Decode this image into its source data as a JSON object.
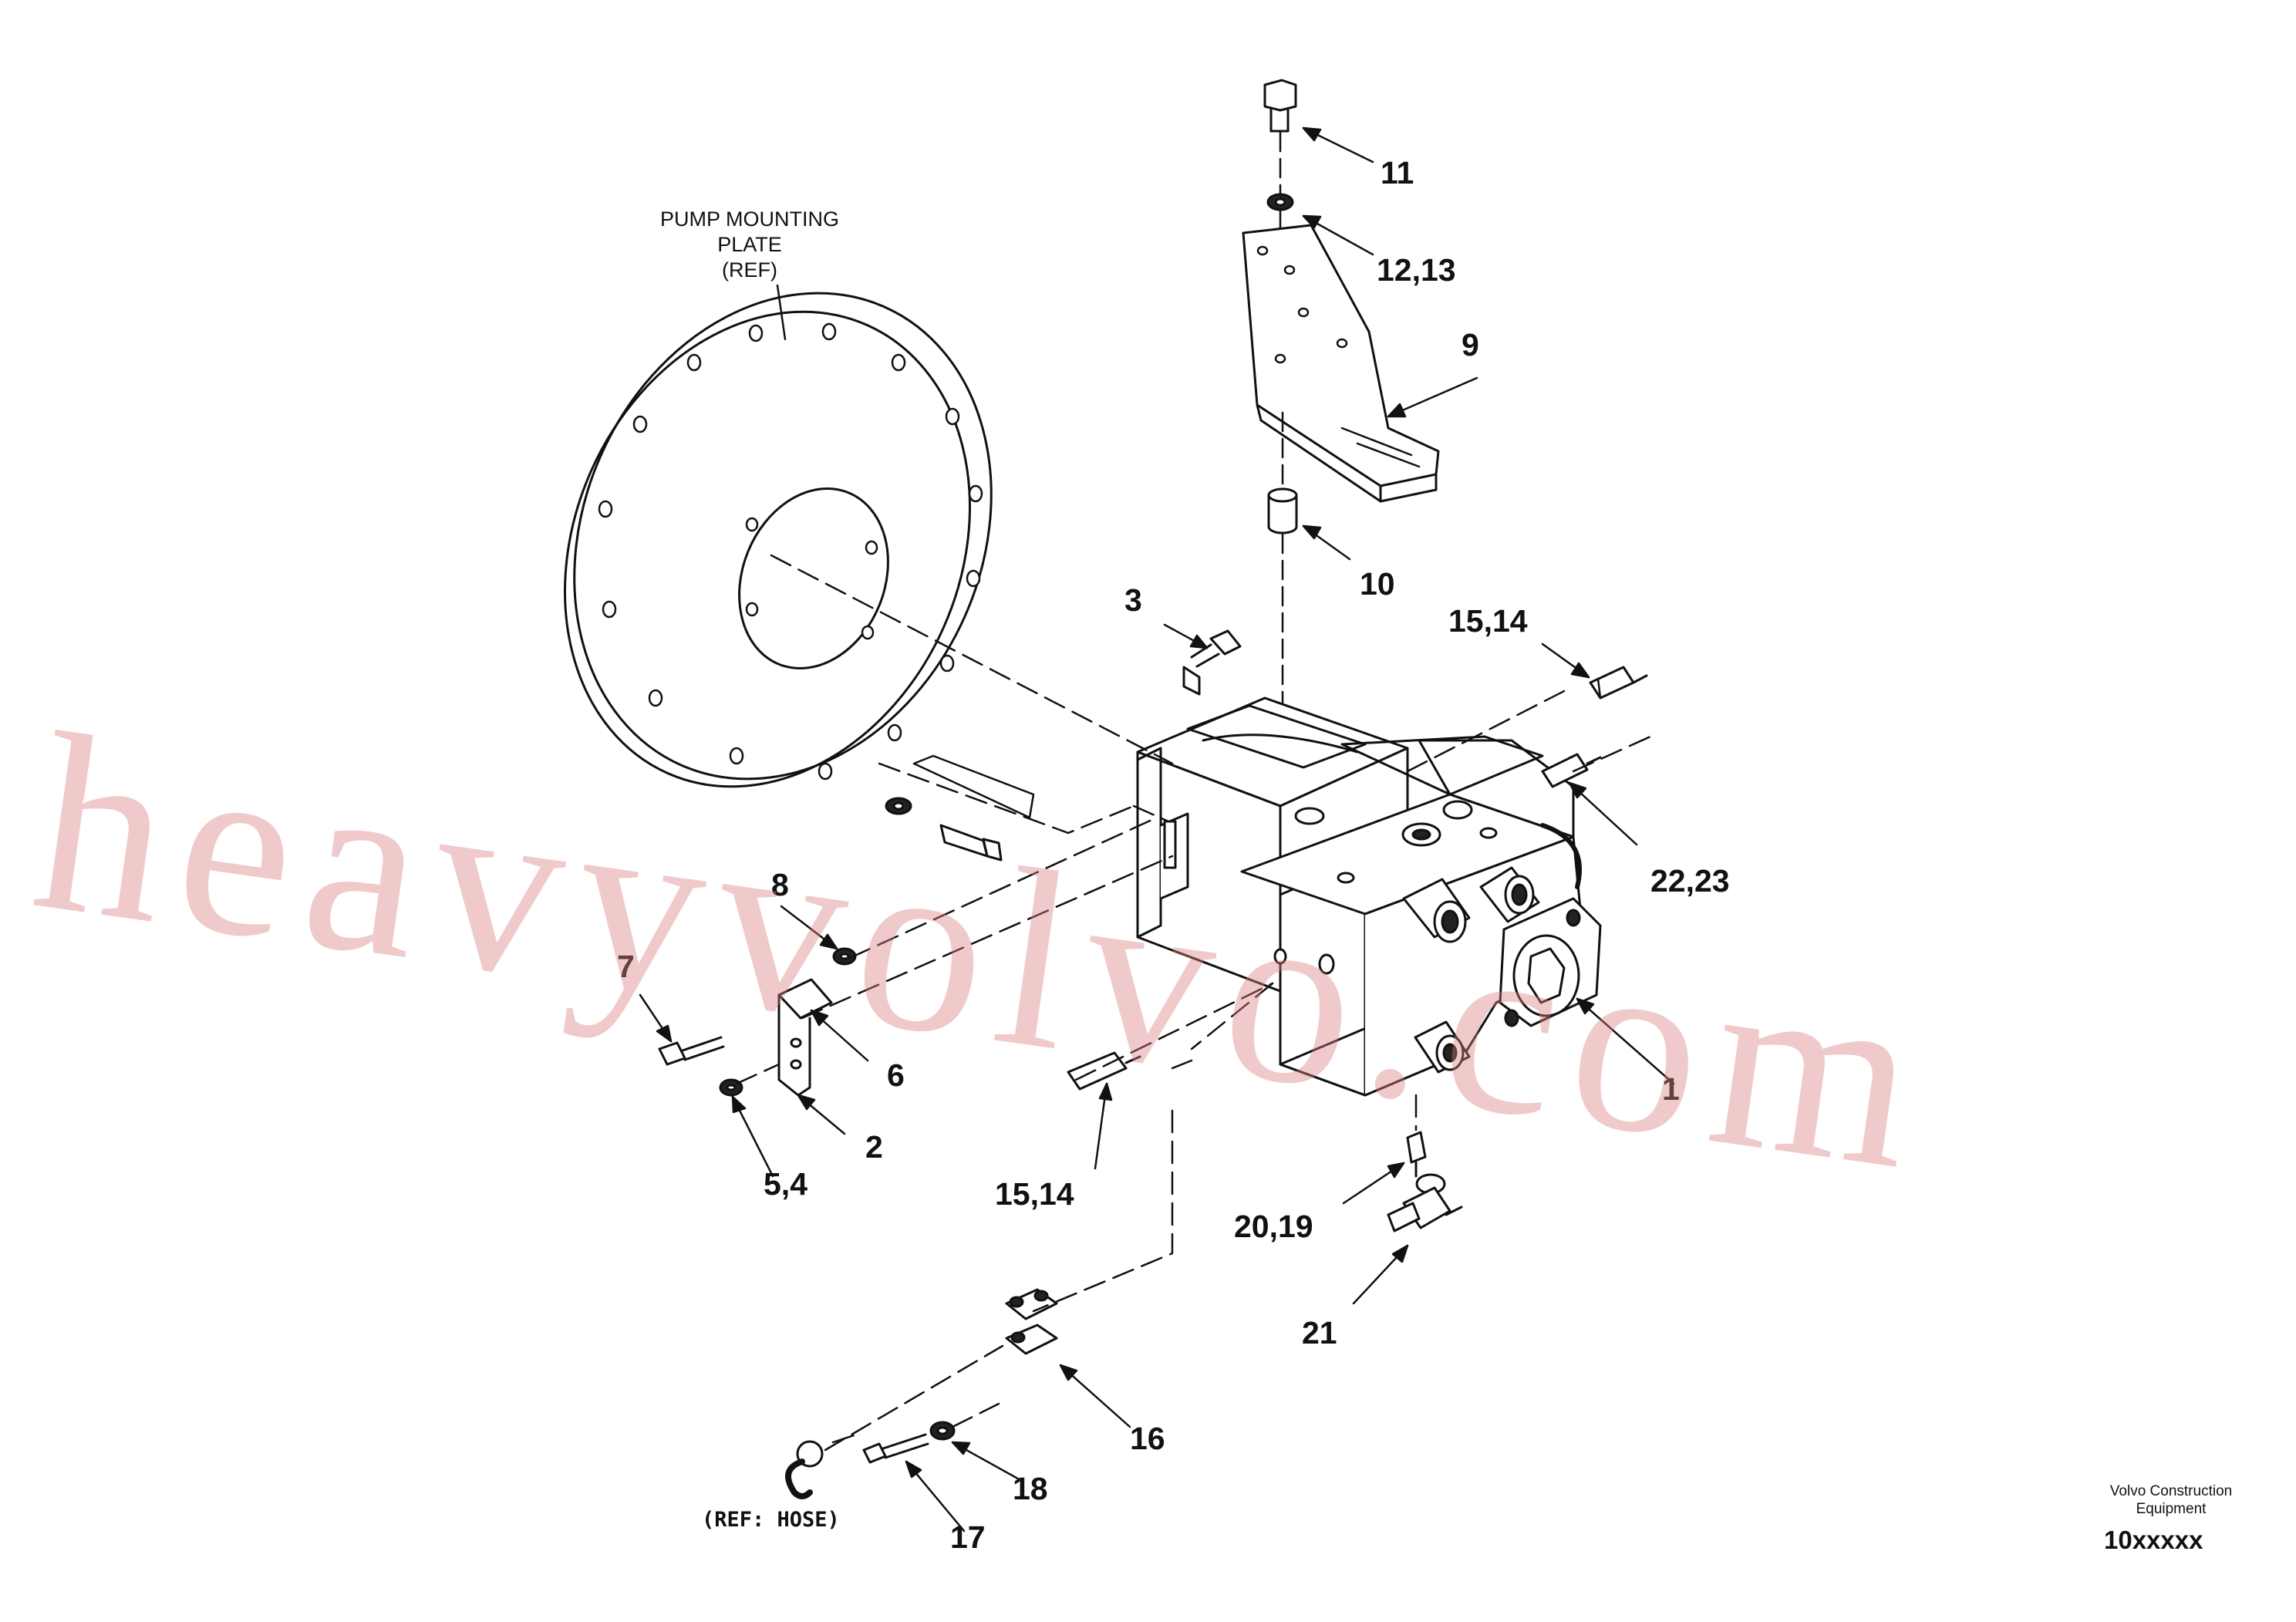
{
  "reference": {
    "pump_plate_lines": [
      "PUMP MOUNTING",
      "PLATE",
      "(REF)"
    ],
    "hose": "(REF: HOSE)"
  },
  "callouts": {
    "c1": "1",
    "c2": "2",
    "c3": "3",
    "c5_4": "5,4",
    "c6": "6",
    "c7": "7",
    "c8": "8",
    "c9": "9",
    "c10": "10",
    "c11": "11",
    "c12_13": "12,13",
    "c15_14_top": "15,14",
    "c15_14_bottom": "15,14",
    "c16": "16",
    "c17": "17",
    "c18": "18",
    "c20_19": "20,19",
    "c21": "21",
    "c22_23": "22,23"
  },
  "footer": {
    "company_line1": "Volvo Construction",
    "company_line2": "Equipment",
    "drawing_code": "10xxxxx"
  },
  "watermark": "heavyvolvo.com",
  "colors": {
    "ink": "#111111",
    "watermark": "#db8080"
  }
}
